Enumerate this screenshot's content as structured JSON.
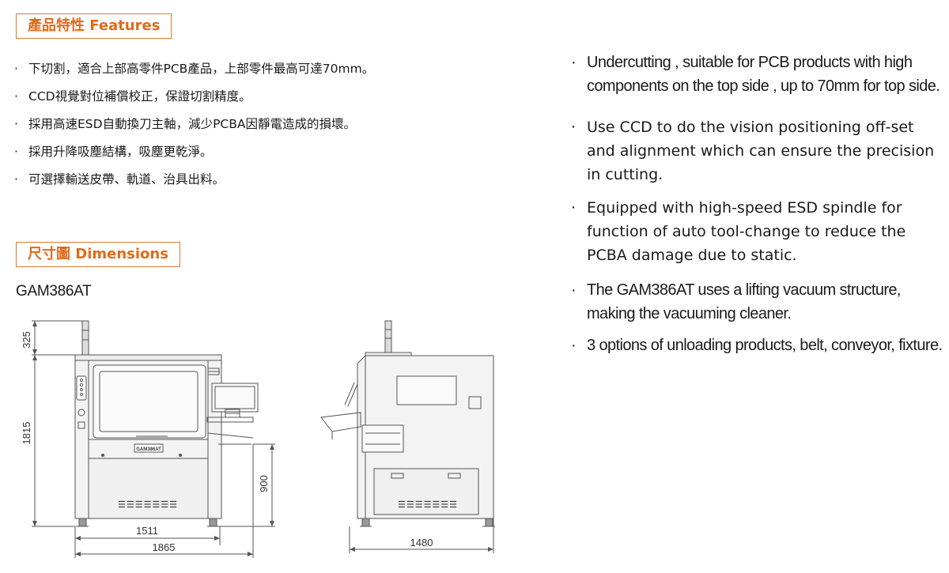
{
  "features": {
    "heading": "產品特性 Features",
    "zh_items": [
      "下切割，適合上部高零件PCB產品，上部零件最高可達70mm。",
      "CCD視覺對位補償校正，保證切割精度。",
      "採用高速ESD自動換刀主軸，減少PCBA因靜電造成的損壞。",
      "採用升降吸塵結構，吸塵更乾淨。",
      "可選擇輸送皮帶、軌道、治具出料。"
    ],
    "en_items": [
      "Undercutting , suitable for PCB products with high components on the top side , up to 70mm for top side.",
      "Use CCD to do the vision positioning off-set and alignment which can ensure the precision in cutting.",
      "Equipped with high-speed ESD spindle for function of auto tool-change to reduce the PCBA damage due to static.",
      "The GAM386AT uses a lifting vacuum structure, making the vacuuming cleaner.",
      "3 options of unloading products, belt, conveyor, fixture."
    ],
    "bullet": "·"
  },
  "dimensions": {
    "heading": "尺寸圖 Dimensions",
    "model": "GAM386AT",
    "machine_label": "GAM386AT",
    "dim_325": "325",
    "dim_1815": "1815",
    "dim_900": "900",
    "dim_1511": "1511",
    "dim_1865": "1865",
    "dim_1480": "1480",
    "vent_text": "☰☰☰☰☰☰☰"
  },
  "colors": {
    "accent": "#e07a2b",
    "line": "#555555"
  }
}
